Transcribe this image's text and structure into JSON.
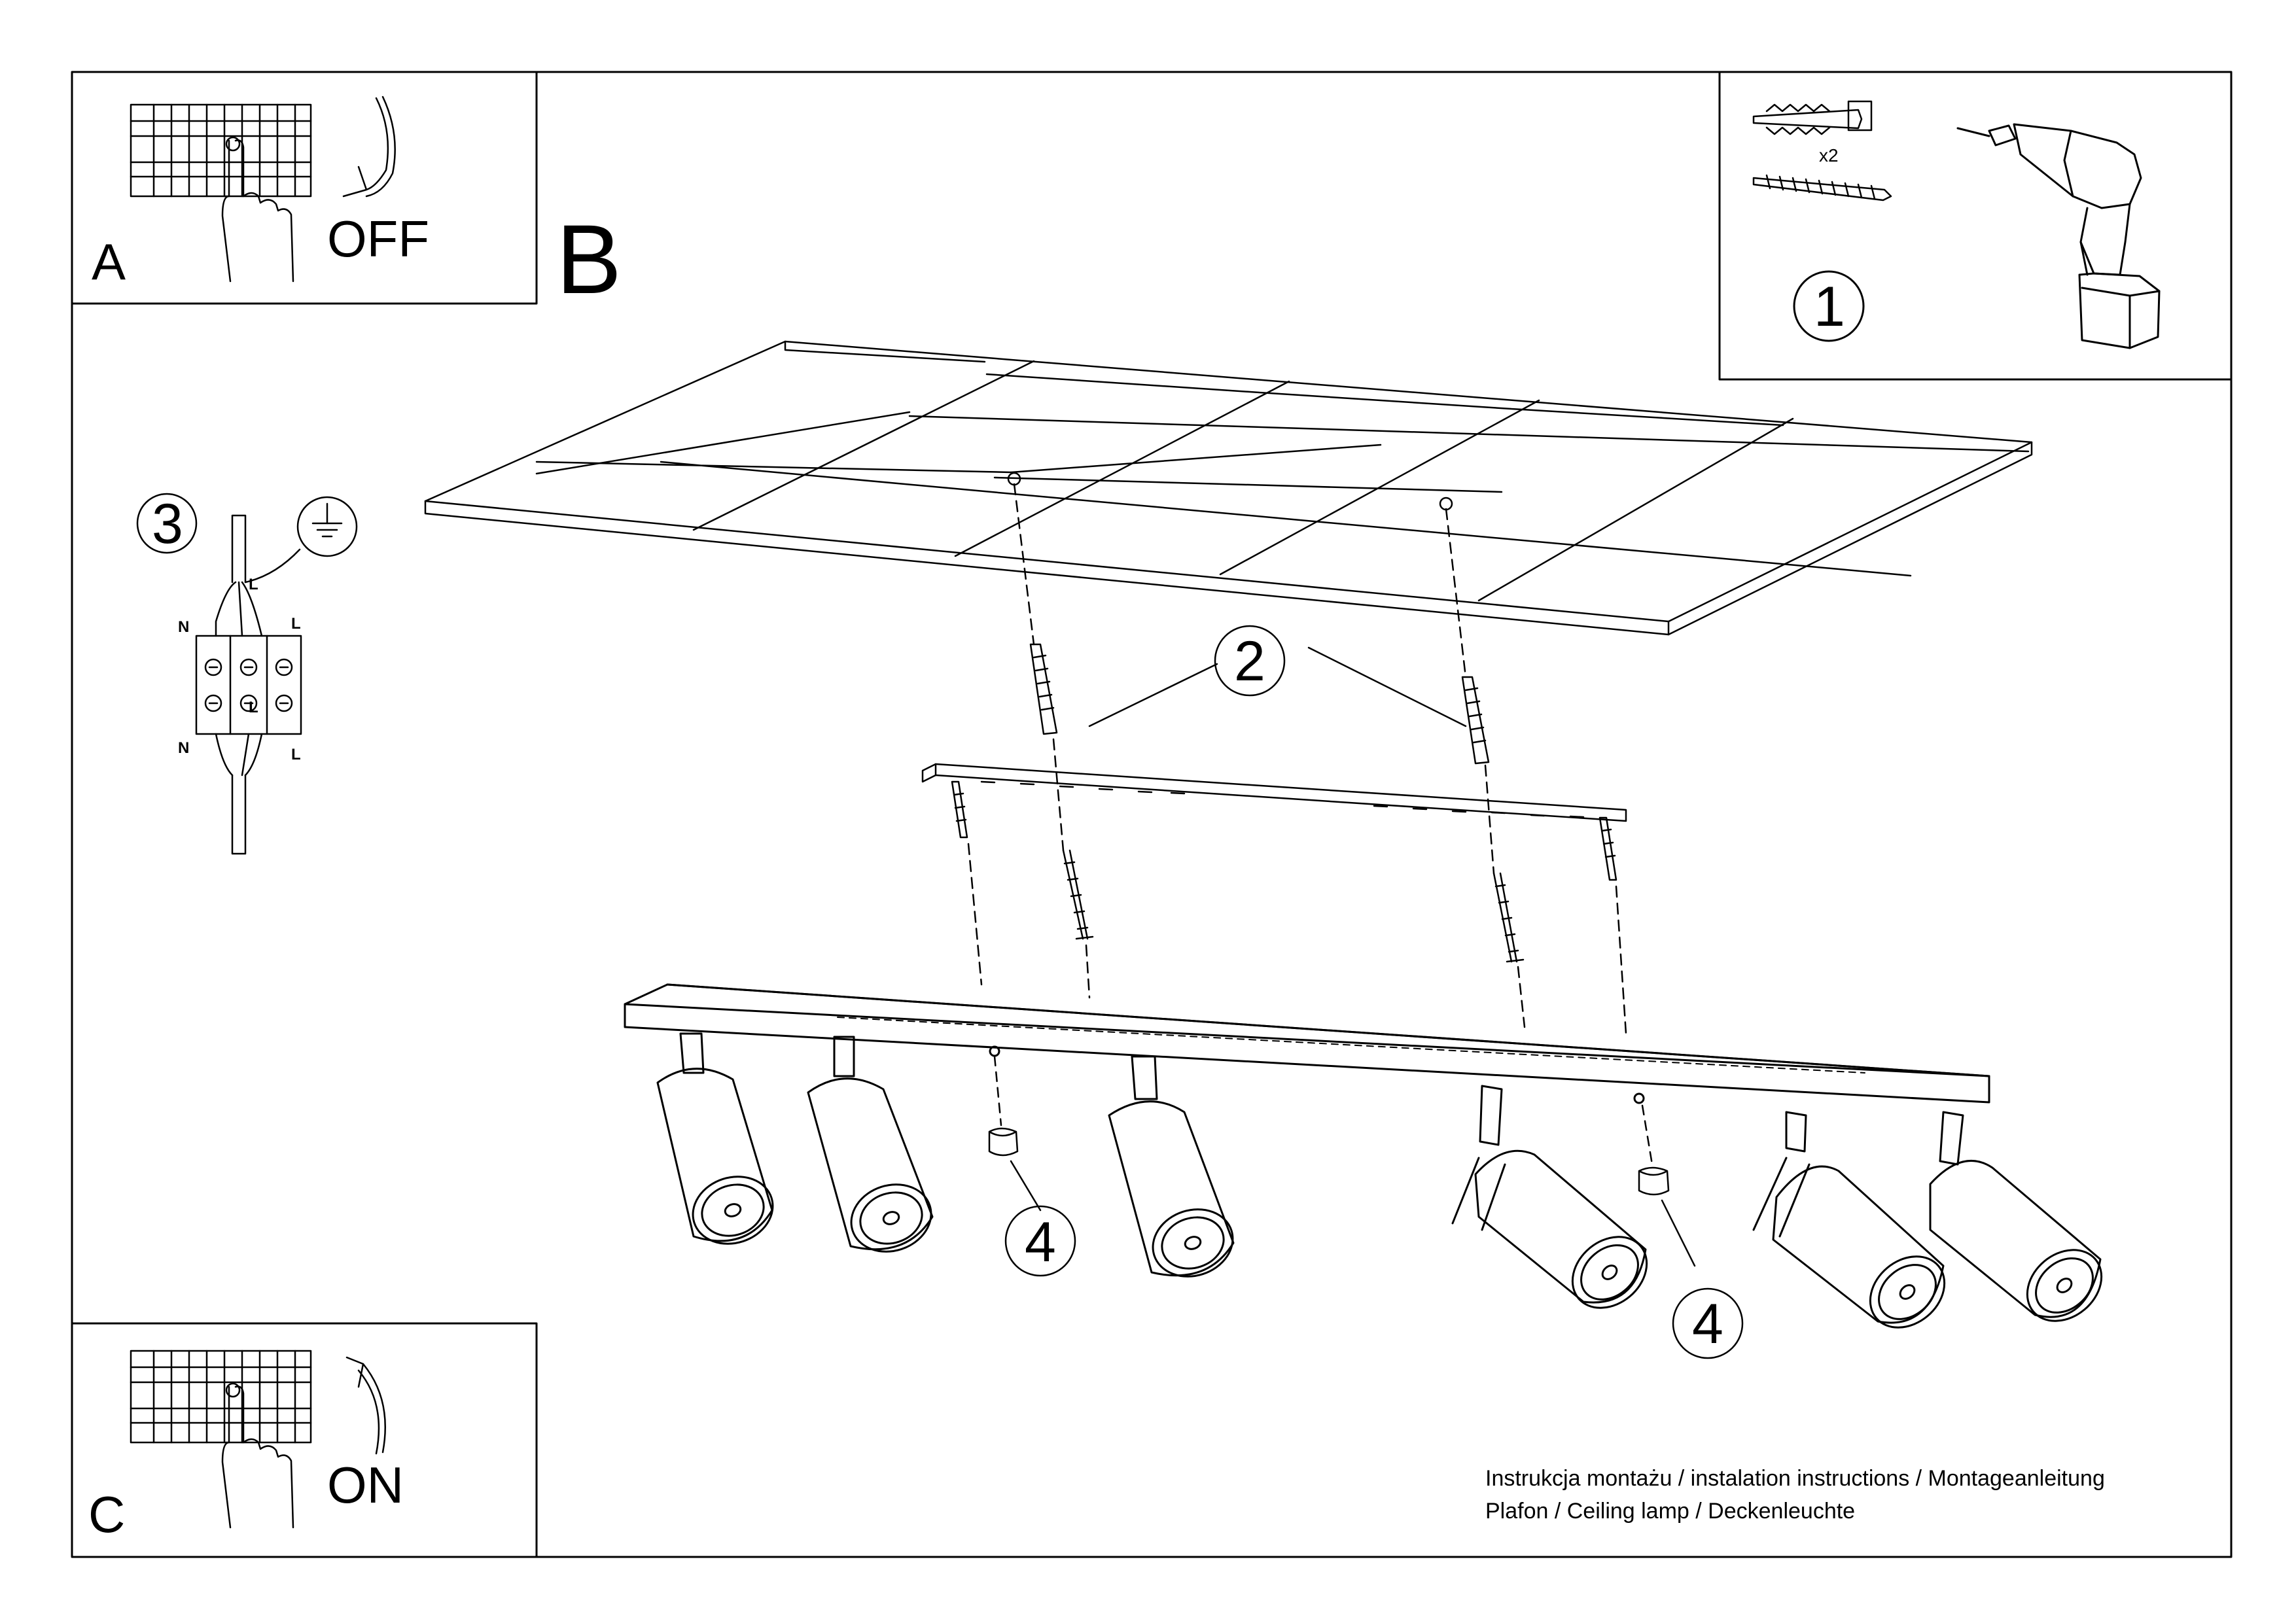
{
  "panels": {
    "a": {
      "letter": "A",
      "state": "OFF"
    },
    "c": {
      "letter": "C",
      "state": "ON"
    },
    "b": {
      "letter": "B"
    }
  },
  "tools": {
    "step": "1",
    "quantity": "x2"
  },
  "wiring": {
    "step": "3",
    "labels": [
      "N",
      "L",
      "L",
      "L",
      "N",
      "L"
    ]
  },
  "callouts": {
    "anchors": "2",
    "caps_left": "4",
    "caps_right": "4"
  },
  "footer": {
    "line1": "Instrukcja montażu / instalation instructions / Montageanleitung",
    "line2": "Plafon / Ceiling lamp / Deckenleuchte"
  }
}
